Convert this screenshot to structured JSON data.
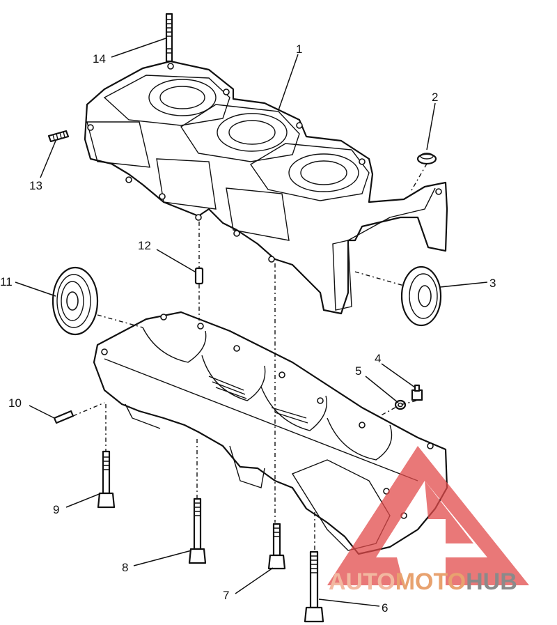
{
  "callouts": {
    "c1": "1",
    "c2": "2",
    "c3": "3",
    "c4": "4",
    "c5": "5",
    "c6": "6",
    "c7": "7",
    "c8": "8",
    "c9": "9",
    "c10": "10",
    "c11": "11",
    "c12": "12",
    "c13": "13",
    "c14": "14"
  },
  "watermark": {
    "part1": "AUTO",
    "part2": "MOTO",
    "part3": "HUB",
    "color_light": "#f2b8a0",
    "color_mid": "#e8a26f",
    "color_dark": "#8a8a8a",
    "triangle_color": "#e24b4b"
  }
}
